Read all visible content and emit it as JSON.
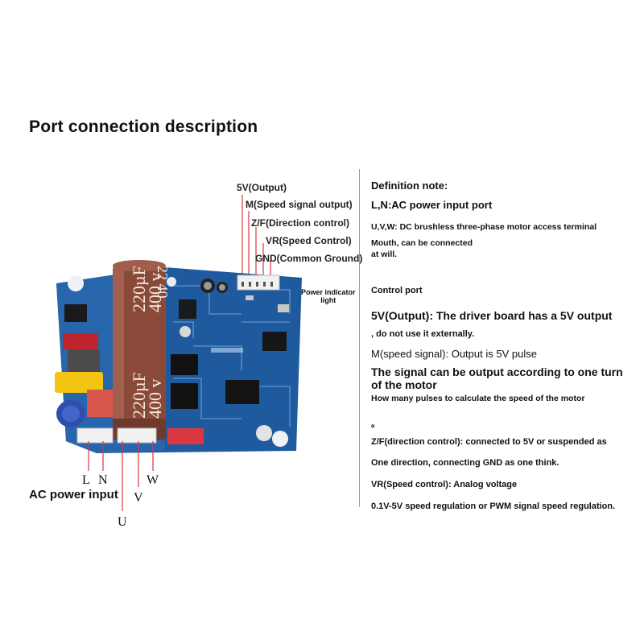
{
  "title": "Port connection description",
  "port_labels": {
    "out5v": "5V(Output)",
    "speed_out": "M(Speed signal output)",
    "direction": "Z/F(Direction control)",
    "vr": "VR(Speed Control)",
    "gnd": "GND(Common Ground)"
  },
  "indicator": {
    "line1": "Power indicator",
    "line2": "light"
  },
  "capacitor": {
    "cap_value": "220µF",
    "voltage": "400 v",
    "top_digits": "22 40"
  },
  "terminals": {
    "L": "L",
    "N": "N",
    "U": "U",
    "V": "V",
    "W": "W"
  },
  "ac_label": "AC power input",
  "notes": {
    "heading": "Definition note:",
    "ln": "L,N:AC power input port",
    "uvw1": "U,V,W: DC brushless three-phase motor access terminal",
    "uvw2": "Mouth, can be connected",
    "uvw3": "at will.",
    "control": "Control port",
    "v5_1": "5V(Output): The driver board has a 5V output",
    "v5_2": ", do not use it externally.",
    "m1": "M(speed signal): Output is 5V pulse",
    "m2": "The signal can be output according to one turn",
    "m3": "of the motor",
    "m4": "How many pulses to calculate the speed of the motor",
    "circle": "。",
    "zf1": "Z/F(direction control): connected to 5V or suspended as",
    "zf2": "One direction, connecting GND as one think.",
    "vr1": "VR(Speed control): Analog voltage",
    "vr2": "0.1V-5V speed regulation or PWM signal speed regulation."
  },
  "colors": {
    "pcb": "#1f5a9e",
    "capacitor": "#8a4a3a",
    "accent_red": "#d9363e"
  }
}
